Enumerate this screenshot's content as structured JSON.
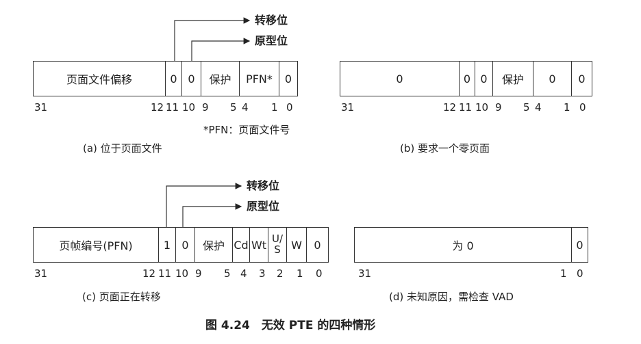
{
  "panel_a": {
    "fields": [
      "页面文件偏移",
      "0",
      "0",
      "保护",
      "PFN*",
      "0"
    ],
    "bits": [
      "31",
      "12",
      "11",
      "10",
      "9",
      "5",
      "4",
      "1",
      "0"
    ],
    "arrow_top": "转移位",
    "arrow_bottom": "原型位",
    "footnote": "*PFN：页面文件号",
    "caption": "(a) 位于页面文件"
  },
  "panel_b": {
    "fields": [
      "0",
      "0",
      "0",
      "保护",
      "0",
      "0"
    ],
    "bits": [
      "31",
      "12",
      "11",
      "10",
      "9",
      "5",
      "4",
      "1",
      "0"
    ],
    "caption": "(b) 要求一个零页面"
  },
  "panel_c": {
    "fields": [
      "页帧编号(PFN)",
      "1",
      "0",
      "保护",
      "Cd",
      "Wt",
      "U/",
      "S",
      "W",
      "0"
    ],
    "bits": [
      "31",
      "12",
      "11",
      "10",
      "9",
      "5",
      "4",
      "3",
      "2",
      "1",
      "0"
    ],
    "arrow_top": "转移位",
    "arrow_bottom": "原型位",
    "caption": "(c) 页面正在转移"
  },
  "panel_d": {
    "fields": [
      "为 0",
      "0"
    ],
    "bits": [
      "31",
      "1",
      "0"
    ],
    "caption": "(d) 未知原因，需检查 VAD"
  },
  "figure_caption": "图 4.24　无效 PTE 的四种情形"
}
